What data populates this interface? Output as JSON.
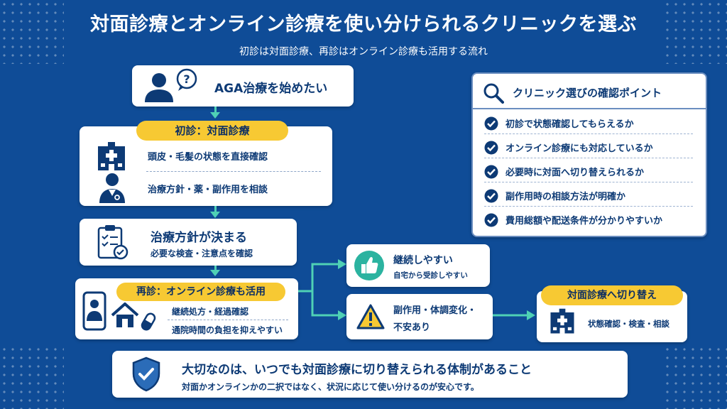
{
  "header": {
    "title": "対面診療とオンライン診療を使い分けられるクリニックを選ぶ",
    "subtitle": "初診は対面診療、再診はオンライン診療も活用する流れ"
  },
  "flow": {
    "start": {
      "label": "AGA治療を始めたい"
    },
    "first_visit": {
      "badge": "初診：対面診療",
      "item1": "頭皮・毛髪の状態を直接確認",
      "item2": "治療方針・薬・副作用を相談"
    },
    "plan": {
      "title": "治療方針が決まる",
      "sub": "必要な検査・注意点を確認"
    },
    "revisit": {
      "badge": "再診：オンライン診療も活用",
      "item1": "継続処方・経過確認",
      "item2": "通院時間の負担を抑えやすい"
    },
    "continue": {
      "title": "継続しやすい",
      "sub": "自宅から受診しやすい"
    },
    "side_effect": {
      "line1": "副作用・体調変化・",
      "line2": "不安あり"
    },
    "switch": {
      "badge": "対面診療へ切り替え",
      "text": "状態確認・検査・相談"
    }
  },
  "checklist": {
    "title": "クリニック選びの確認ポイント",
    "items": [
      "初診で状態確認してもらえるか",
      "オンライン診療にも対応しているか",
      "必要時に対面へ切り替えられるか",
      "副作用時の相談方法が明確か",
      "費用総額や配送条件が分かりやすいか"
    ]
  },
  "footer": {
    "title": "大切なのは、いつでも対面診療に切り替えられる体制があること",
    "text": "対面かオンラインかの二択ではなく、状況に応じて使い分けるのが安心です。"
  },
  "colors": {
    "background": "#0f4c97",
    "navy": "#0d3a75",
    "accent_yellow": "#f7c933",
    "arrow_teal": "#4fd1b5"
  }
}
